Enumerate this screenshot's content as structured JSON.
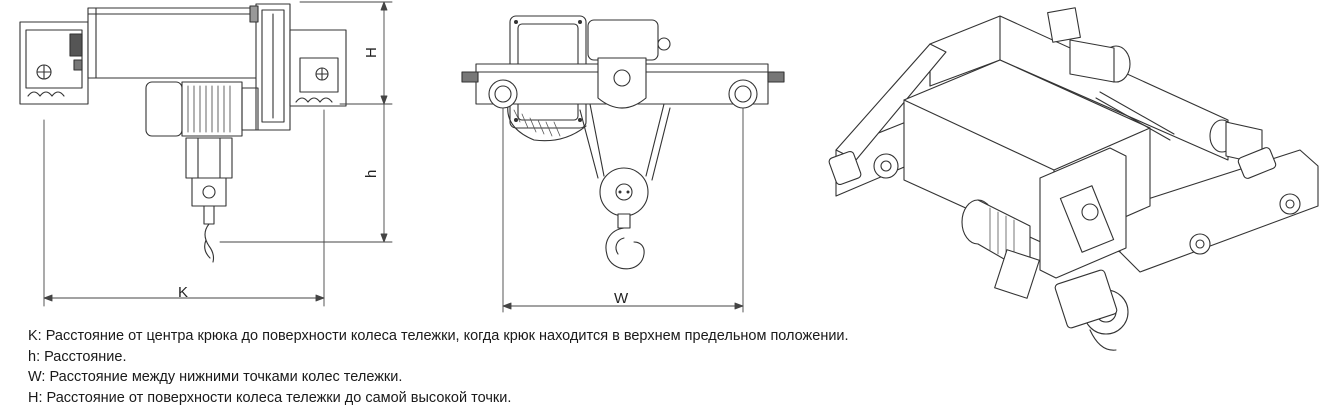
{
  "views": {
    "side": {
      "dims": {
        "K": "K",
        "H": "H",
        "h": "h"
      }
    },
    "front": {
      "dims": {
        "W": "W"
      }
    },
    "iso": {}
  },
  "legend": [
    "K: Расстояние от центра крюка до поверхности колеса тележки, когда крюк находится в верхнем предельном положении.",
    "h: Расстояние.",
    "W: Расстояние между нижними точками колес тележки.",
    "H: Расстояние от поверхности колеса тележки до самой высокой точки."
  ]
}
